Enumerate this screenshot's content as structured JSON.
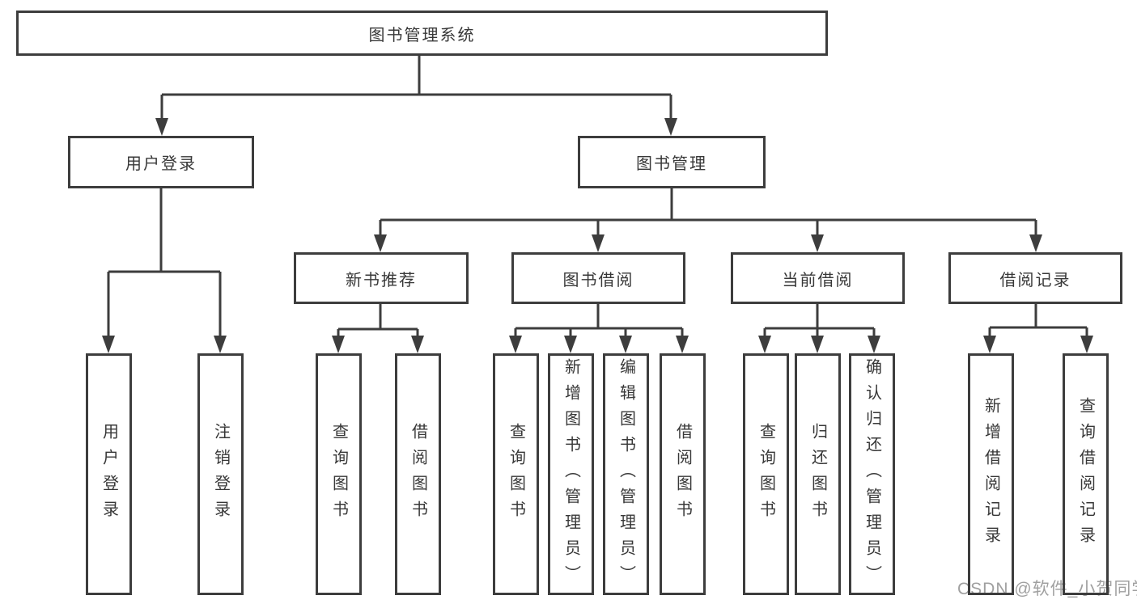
{
  "diagram": {
    "root": {
      "label": "图书管理系统"
    },
    "level2": [
      {
        "label": "用户登录"
      },
      {
        "label": "图书管理"
      }
    ],
    "level3": [
      {
        "label": "新书推荐"
      },
      {
        "label": "图书借阅"
      },
      {
        "label": "当前借阅"
      },
      {
        "label": "借阅记录"
      }
    ],
    "leaves": [
      {
        "label": "用户登录"
      },
      {
        "label": "注销登录"
      },
      {
        "label": "查询图书"
      },
      {
        "label": "借阅图书"
      },
      {
        "label": "查询图书"
      },
      {
        "label": "新增图书（管理员）"
      },
      {
        "label": "编辑图书（管理员）"
      },
      {
        "label": "借阅图书"
      },
      {
        "label": "查询图书"
      },
      {
        "label": "归还图书"
      },
      {
        "label": "确认归还（管理员）"
      },
      {
        "label": "新增借阅记录"
      },
      {
        "label": "查询借阅记录"
      }
    ]
  },
  "watermark": {
    "text": "CSDN @软件_小贺同学"
  },
  "colors": {
    "line": "#3d3d3d",
    "text": "#383838",
    "watermark": "#a0a0a0",
    "background": "#ffffff"
  }
}
